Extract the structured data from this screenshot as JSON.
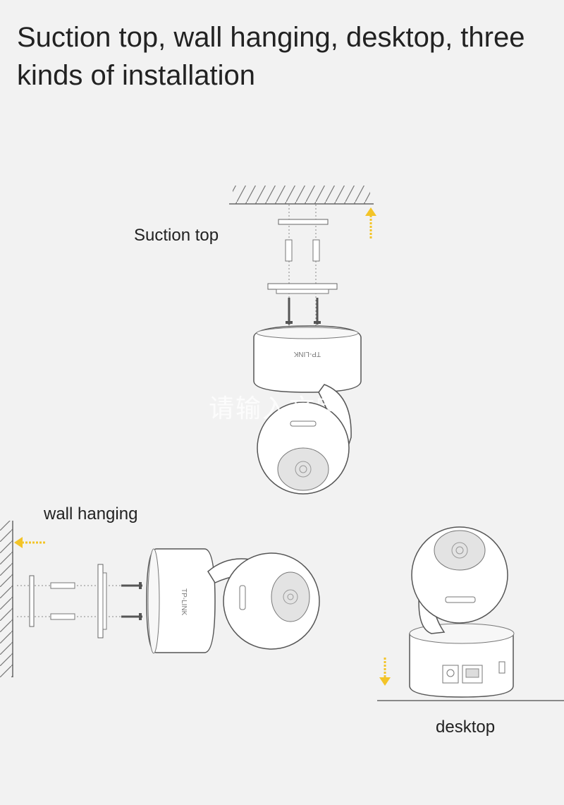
{
  "title": "Suction top, wall hanging, desktop, three kinds of installation",
  "labels": {
    "suction_top": "Suction top",
    "wall_hanging": "wall hanging",
    "desktop": "desktop"
  },
  "watermark": "请输入文字",
  "brand": "TP-LINK",
  "colors": {
    "background": "#f2f2f2",
    "arrow": "#f3c428",
    "line": "#555555",
    "camera_body": "#ffffff",
    "lens_ring": "#e3e3e3"
  }
}
